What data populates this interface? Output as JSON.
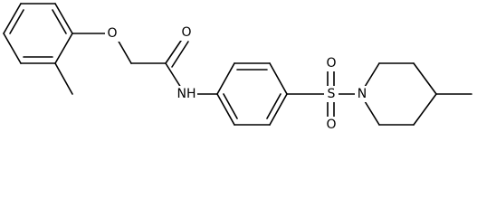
{
  "molecule": {
    "atoms": {
      "ether_oxygen": "O",
      "carbonyl_oxygen": "O",
      "amide_nitrogen": "NH",
      "sulfur": "S",
      "sulfonyl_oxygen_top": "O",
      "sulfonyl_oxygen_bottom": "O",
      "piperidine_nitrogen": "N"
    }
  },
  "colors": {
    "bond": "#000000",
    "background": "#ffffff"
  }
}
